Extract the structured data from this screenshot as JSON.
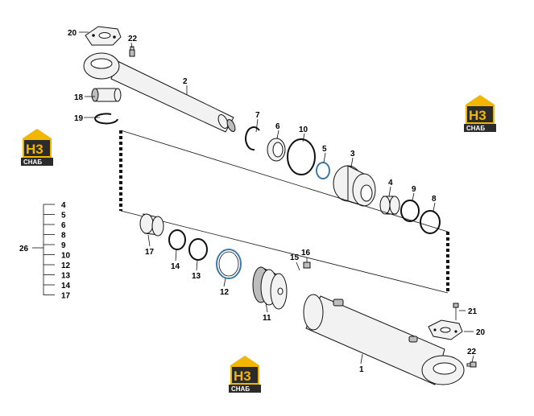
{
  "diagram": {
    "callouts": [
      "1",
      "2",
      "3",
      "4",
      "5",
      "6",
      "7",
      "8",
      "9",
      "10",
      "11",
      "12",
      "13",
      "14",
      "15",
      "16",
      "17",
      "18",
      "19",
      "20",
      "21",
      "22"
    ],
    "kit": {
      "label": "26",
      "items": [
        "4",
        "5",
        "6",
        "8",
        "9",
        "10",
        "12",
        "13",
        "14",
        "17"
      ]
    }
  },
  "watermark": {
    "letters": "H3",
    "caption": "СНАБ",
    "colors": {
      "yellow": "#f2b600",
      "dark": "#2b2b2b"
    }
  }
}
